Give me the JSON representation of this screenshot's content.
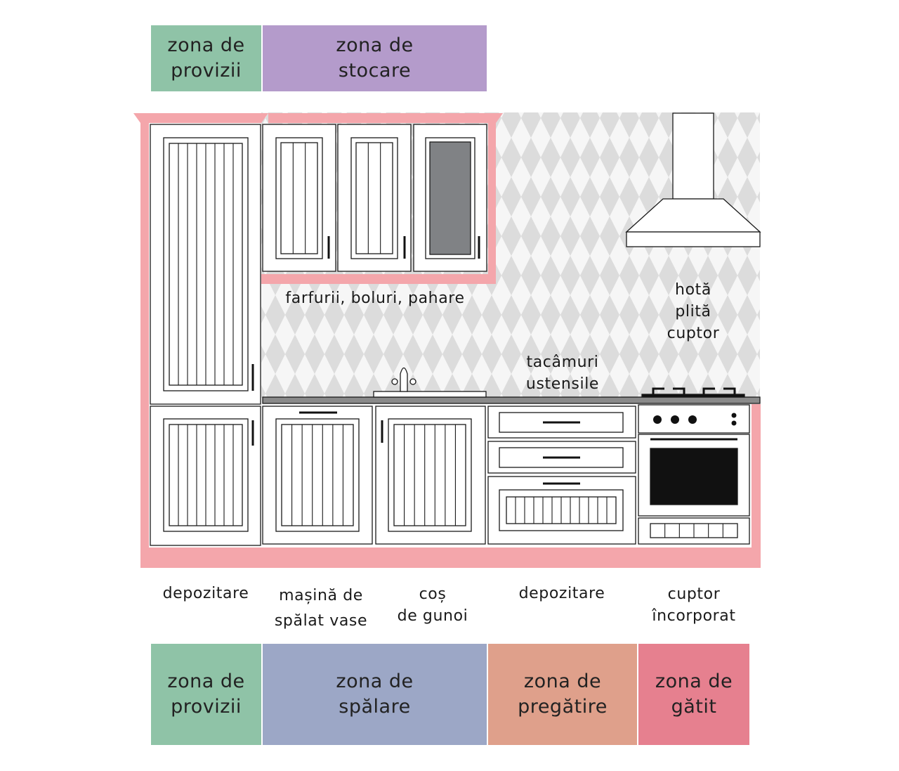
{
  "colors": {
    "provizii": "#8fc3a7",
    "stocare": "#b49bcb",
    "spalare": "#9ca7c6",
    "pregatire": "#dfa08b",
    "gatit": "#e6808f",
    "frame": "#f4a6ab",
    "tile_bg": "#dcdcdc",
    "glass": "#808285",
    "counter": "#8a8a8a"
  },
  "top_zones": [
    {
      "id": "provizii",
      "text": "zona de\nprovizii"
    },
    {
      "id": "stocare",
      "text": "zona de\nstocare"
    }
  ],
  "bottom_zones": [
    {
      "id": "provizii",
      "text": "zona de\nprovizii"
    },
    {
      "id": "spalare",
      "text": "zona de\nspălare"
    },
    {
      "id": "pregatire",
      "text": "zona de\npregătire"
    },
    {
      "id": "gatit",
      "text": "zona de\ngătit"
    }
  ],
  "labels": {
    "upper_cabinets": "farfurii, boluri, pahare",
    "hood_stove": "hotă\nplită\ncuptor",
    "cutlery": "tacâmuri\nustensile",
    "storage_left": "depozitare",
    "dishwasher": "mașină de\nspălat vase",
    "trash": "coș\nde gunoi",
    "storage_drawers": "depozitare",
    "builtin_oven": "cuptor\nîncorporat"
  }
}
